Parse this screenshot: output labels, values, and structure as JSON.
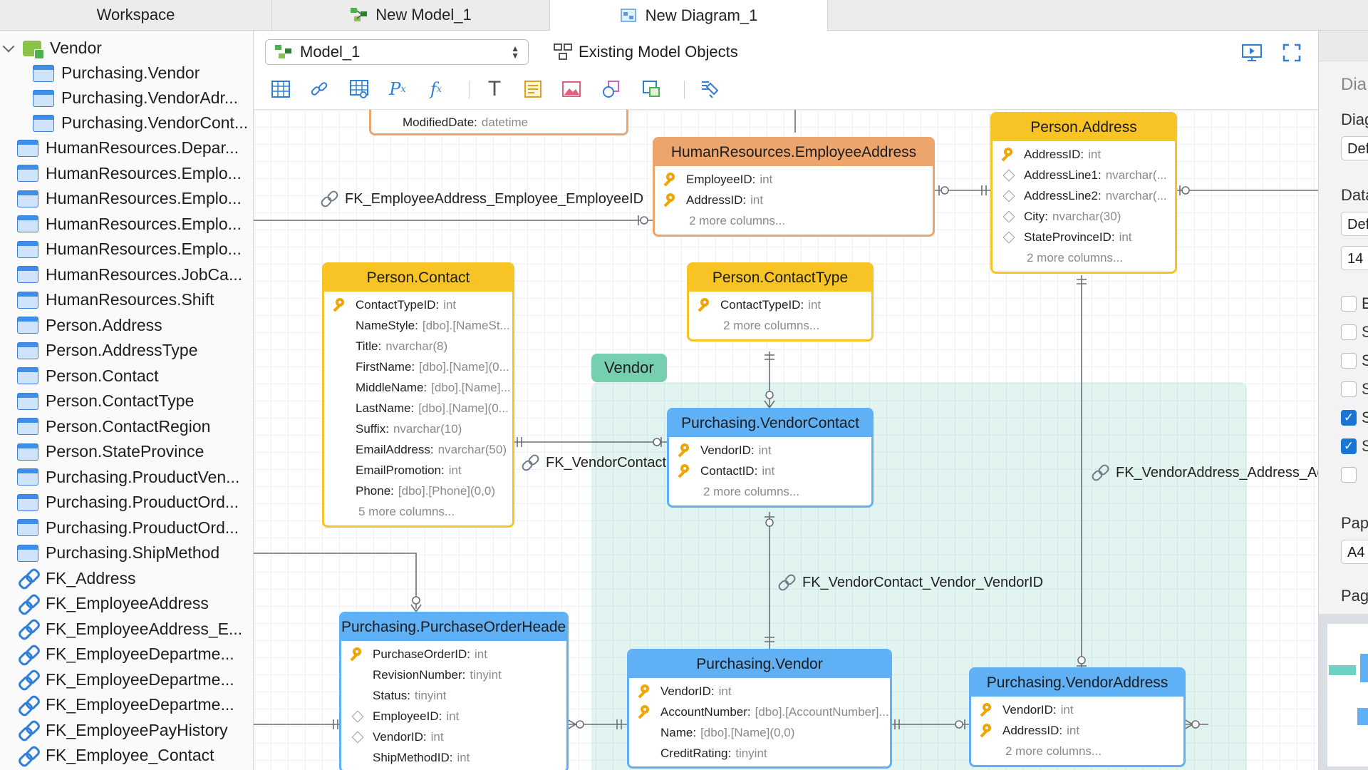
{
  "tabs": [
    {
      "label": "Workspace",
      "active": false
    },
    {
      "label": "New Model_1",
      "active": false
    },
    {
      "label": "New Diagram_1",
      "active": true
    }
  ],
  "sidebar": {
    "root": "Vendor",
    "vendor_children": [
      "Purchasing.Vendor",
      "Purchasing.VendorAdr...",
      "Purchasing.VendorCont..."
    ],
    "items": [
      {
        "label": "HumanResources.Depar...",
        "icon": "table-icon"
      },
      {
        "label": "HumanResources.Emplo...",
        "icon": "table-icon"
      },
      {
        "label": "HumanResources.Emplo...",
        "icon": "table-icon"
      },
      {
        "label": "HumanResources.Emplo...",
        "icon": "table-icon"
      },
      {
        "label": "HumanResources.Emplo...",
        "icon": "table-icon"
      },
      {
        "label": "HumanResources.JobCa...",
        "icon": "table-icon"
      },
      {
        "label": "HumanResources.Shift",
        "icon": "table-icon"
      },
      {
        "label": "Person.Address",
        "icon": "table-icon"
      },
      {
        "label": "Person.AddressType",
        "icon": "table-icon"
      },
      {
        "label": "Person.Contact",
        "icon": "table-icon"
      },
      {
        "label": "Person.ContactType",
        "icon": "table-icon"
      },
      {
        "label": "Person.ContactRegion",
        "icon": "table-icon"
      },
      {
        "label": "Person.StateProvince",
        "icon": "table-icon"
      },
      {
        "label": "Purchasing.ProuductVen...",
        "icon": "table-icon"
      },
      {
        "label": "Purchasing.ProuductOrd...",
        "icon": "table-icon"
      },
      {
        "label": "Purchasing.ProuductOrd...",
        "icon": "table-icon"
      },
      {
        "label": "Purchasing.ShipMethod",
        "icon": "table-icon"
      },
      {
        "label": "FK_Address",
        "icon": "link-icon"
      },
      {
        "label": "FK_EmployeeAddress",
        "icon": "link-icon"
      },
      {
        "label": "FK_EmployeeAddress_E...",
        "icon": "link-icon"
      },
      {
        "label": "FK_EmployeeDepartme...",
        "icon": "link-icon"
      },
      {
        "label": "FK_EmployeeDepartme...",
        "icon": "link-icon"
      },
      {
        "label": "FK_EmployeeDepartme...",
        "icon": "link-icon"
      },
      {
        "label": "FK_EmployeePayHistory",
        "icon": "link-icon"
      },
      {
        "label": "FK_Employee_Contact",
        "icon": "link-icon"
      }
    ]
  },
  "toolbar": {
    "model_select": "Model_1",
    "existing_objects": "Existing Model Objects"
  },
  "right_panel": {
    "title": "Dia",
    "diagram_label": "Diag",
    "diagram_value": "Def",
    "data_label": "Data",
    "data_value": "Def",
    "size_value": "14",
    "checkbox_letters": [
      "E",
      "S",
      "S",
      "S",
      "S",
      "S",
      ""
    ],
    "checkbox_states": [
      false,
      false,
      false,
      false,
      true,
      true,
      false
    ],
    "paper_label": "Pap",
    "paper_value": "A4",
    "page_label": "Pag"
  },
  "diagram": {
    "group_label": "Vendor",
    "top_partial": {
      "col_name": "ModifiedDate:",
      "col_type": "datetime"
    },
    "entities": {
      "emp_addr": {
        "title": "HumanResources.EmployeeAddress",
        "columns": [
          {
            "name": "EmployeeID:",
            "type": "int",
            "key": true
          },
          {
            "name": "AddressID:",
            "type": "int",
            "key": true
          }
        ],
        "more": "2 more columns..."
      },
      "person_address": {
        "title": "Person.Address",
        "columns": [
          {
            "name": "AddressID:",
            "type": "int",
            "key": true
          },
          {
            "name": "AddressLine1:",
            "type": "nvarchar(...",
            "key": false
          },
          {
            "name": "AddressLine2:",
            "type": "nvarchar(...",
            "key": false
          },
          {
            "name": "City:",
            "type": "nvarchar(30)",
            "key": false
          },
          {
            "name": "StateProvinceID:",
            "type": "int",
            "key": false
          }
        ],
        "more": "2 more columns..."
      },
      "person_contact": {
        "title": "Person.Contact",
        "columns": [
          {
            "name": "ContactTypeID:",
            "type": "int",
            "key": true
          },
          {
            "name": "NameStyle:",
            "type": "[dbo].[NameSt...",
            "key": false
          },
          {
            "name": "Title:",
            "type": "nvarchar(8)",
            "key": false
          },
          {
            "name": "FirstName:",
            "type": "[dbo].[Name](0...",
            "key": false
          },
          {
            "name": "MiddleName:",
            "type": "[dbo].[Name]...",
            "key": false
          },
          {
            "name": "LastName:",
            "type": "[dbo].[Name](0...",
            "key": false
          },
          {
            "name": "Suffix:",
            "type": "nvarchar(10)",
            "key": false
          },
          {
            "name": "EmailAddress:",
            "type": "nvarchar(50)",
            "key": false
          },
          {
            "name": "EmailPromotion:",
            "type": "int",
            "key": false
          },
          {
            "name": "Phone:",
            "type": "[dbo].[Phone](0,0)",
            "key": false
          }
        ],
        "more": "5 more columns..."
      },
      "contact_type": {
        "title": "Person.ContactType",
        "columns": [
          {
            "name": "ContactTypeID:",
            "type": "int",
            "key": true
          }
        ],
        "more": "2 more columns..."
      },
      "vendor_contact": {
        "title": "Purchasing.VendorContact",
        "columns": [
          {
            "name": "VendorID:",
            "type": "int",
            "key": true
          },
          {
            "name": "ContactID:",
            "type": "int",
            "key": true
          }
        ],
        "more": "2 more columns..."
      },
      "po_header": {
        "title": "Purchasing.PurchaseOrderHeader",
        "columns": [
          {
            "name": "PurchaseOrderID:",
            "type": "int",
            "key": true
          },
          {
            "name": "RevisionNumber:",
            "type": "tinyint",
            "key": false
          },
          {
            "name": "Status:",
            "type": "tinyint",
            "key": false
          },
          {
            "name": "EmployeeID:",
            "type": "int",
            "key": false,
            "fk": true
          },
          {
            "name": "VendorID:",
            "type": "int",
            "key": false,
            "fk": true
          },
          {
            "name": "ShipMethodID:",
            "type": "int",
            "key": false
          }
        ]
      },
      "vendor": {
        "title": "Purchasing.Vendor",
        "columns": [
          {
            "name": "VendorID:",
            "type": "int",
            "key": true
          },
          {
            "name": "AccountNumber:",
            "type": "[dbo].[AccountNumber]...",
            "key": true
          },
          {
            "name": "Name:",
            "type": "[dbo].[Name](0,0)",
            "key": false
          },
          {
            "name": "CreditRating:",
            "type": "tinyint",
            "key": false
          }
        ]
      },
      "vendor_address": {
        "title": "Purchasing.VendorAddress",
        "columns": [
          {
            "name": "VendorID:",
            "type": "int",
            "key": true
          },
          {
            "name": "AddressID:",
            "type": "int",
            "key": true
          }
        ],
        "more": "2 more columns..."
      }
    },
    "fk_labels": {
      "emp_addr_emp": "FK_EmployeeAddress_Employee_EmployeeID",
      "vendor_contact": "FK_VendorContact",
      "vendor_contact_vendor": "FK_VendorContact_Vendor_VendorID",
      "vendor_address": "FK_VendorAddress_Address_Add"
    }
  }
}
